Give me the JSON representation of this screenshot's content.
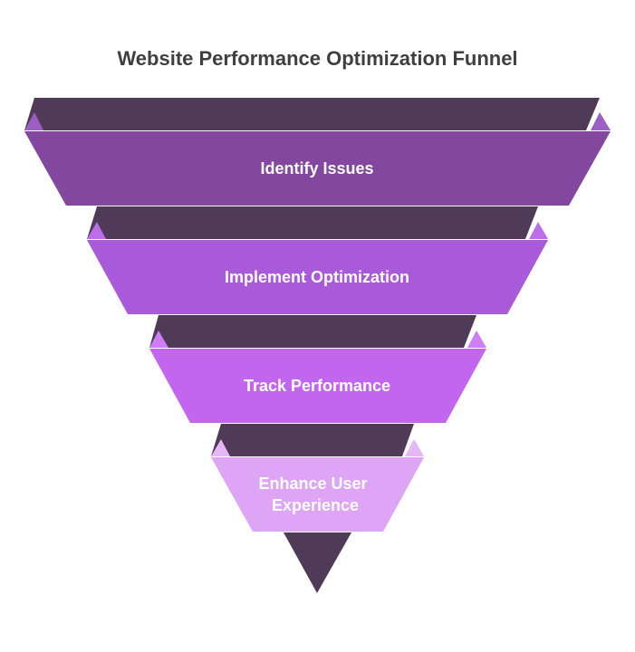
{
  "title": "Website Performance Optimization Funnel",
  "colors": {
    "dark": "#4f3b57",
    "stage1": "#84479f",
    "stage2": "#a85ad8",
    "stage3": "#c266f0",
    "stage4": "#dea4f6",
    "wing1": "#9b5ec4",
    "wing2": "#bb6ee8",
    "wing3": "#cf7df6",
    "wing4": "#e7b5f9"
  },
  "stages": [
    {
      "label_lines": [
        "Identify Issues"
      ]
    },
    {
      "label_lines": [
        "Implement Optimization"
      ]
    },
    {
      "label_lines": [
        "Track Performance"
      ]
    },
    {
      "label_lines": [
        "Enhance User",
        "Experience"
      ]
    }
  ]
}
